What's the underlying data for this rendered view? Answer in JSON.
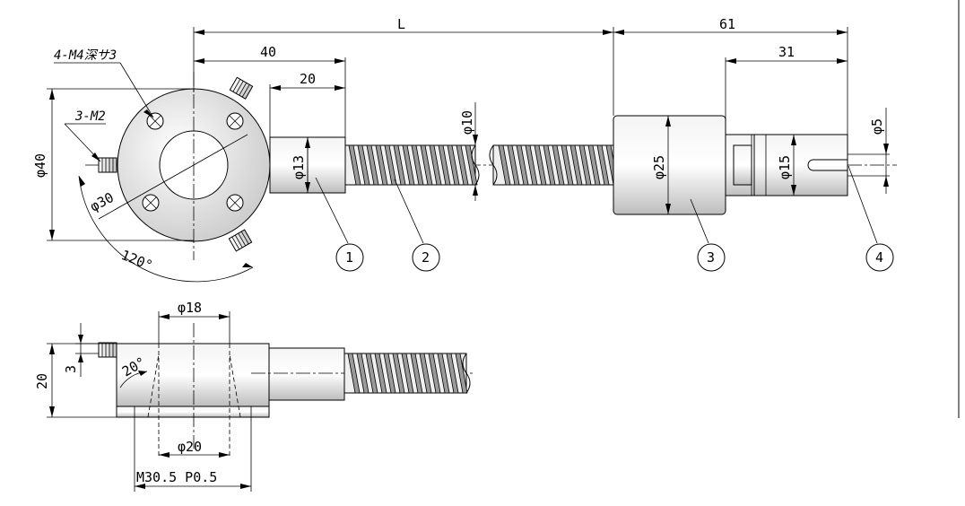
{
  "dimensions": {
    "L": "L",
    "d61": "61",
    "d40": "40",
    "d31": "31",
    "d20": "20",
    "phi10": "φ10",
    "phi5": "φ5",
    "phi40": "φ40",
    "phi13": "φ13",
    "phi25": "φ25",
    "phi15": "φ15",
    "phi30": "φ30",
    "angle120": "120°",
    "phi18": "φ18",
    "height20": "20",
    "depth3": "3",
    "angle20": "20°",
    "phi20": "φ20",
    "thread": "M30.5 P0.5"
  },
  "notes": {
    "holes": "4-M4深サ3",
    "screws": "3-M2"
  },
  "callouts": [
    "1",
    "2",
    "3",
    "4"
  ]
}
